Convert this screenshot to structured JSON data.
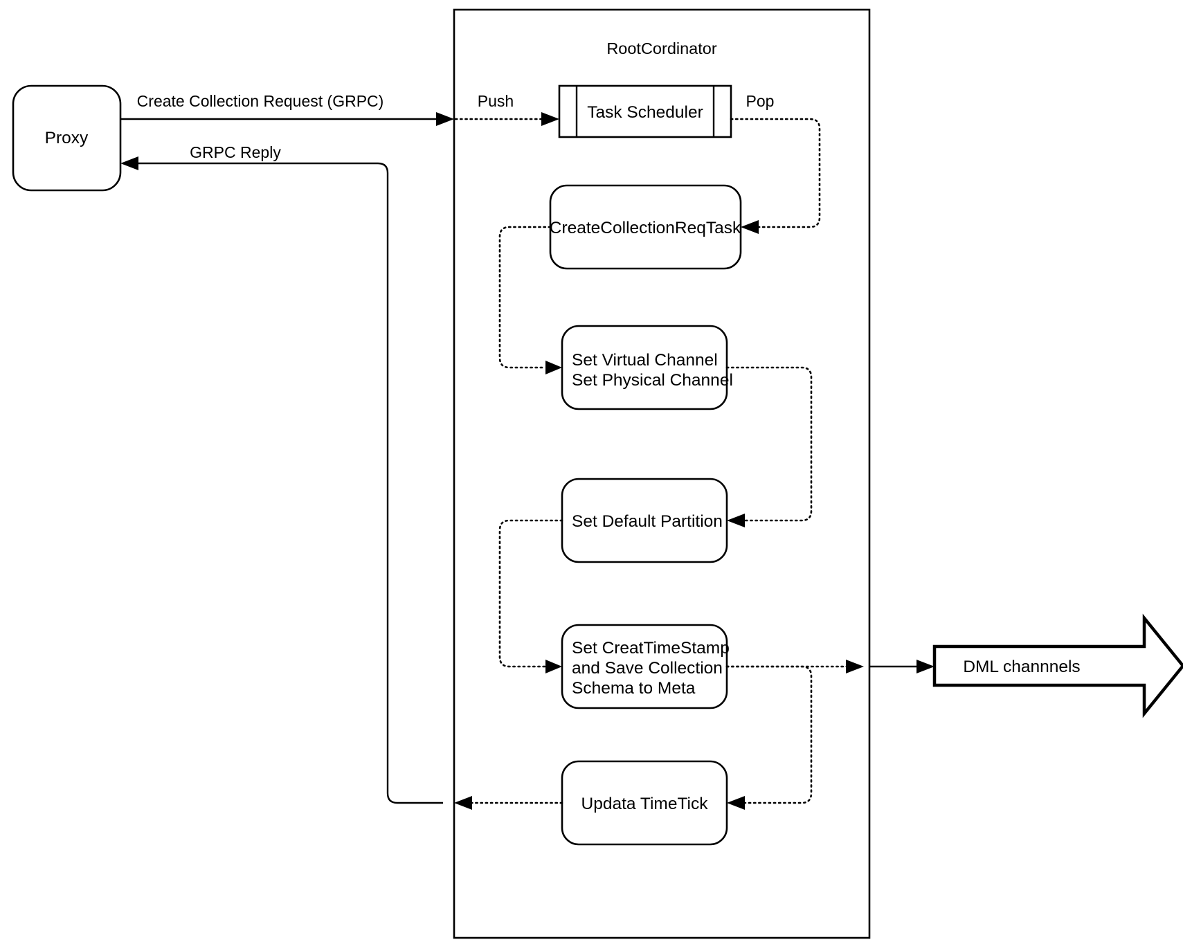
{
  "diagram": {
    "title": "",
    "container": {
      "label": "RootCordinator"
    },
    "nodes": {
      "proxy": {
        "label": "Proxy"
      },
      "task_scheduler": {
        "label": "Task Scheduler"
      },
      "create_collection_req_task": {
        "label": "CreateCollectionReqTask"
      },
      "set_channel": {
        "line1": "Set Virtual Channel",
        "line2": "Set Physical Channel"
      },
      "set_default_partition": {
        "label": "Set Default Partition"
      },
      "set_create_timestamp": {
        "line1": "Set CreatTimeStamp",
        "line2": "and Save Collection",
        "line3": "Schema to Meta"
      },
      "updata_timetick": {
        "label": "Updata TimeTick"
      },
      "dml_channels": {
        "label": "DML channnels"
      }
    },
    "edge_labels": {
      "create_collection_request": "Create Collection Request (GRPC)",
      "grpc_reply": "GRPC Reply",
      "push": "Push",
      "pop": "Pop"
    },
    "colors": {
      "stroke": "#000000",
      "fill": "#ffffff",
      "background": "#ffffff"
    }
  }
}
